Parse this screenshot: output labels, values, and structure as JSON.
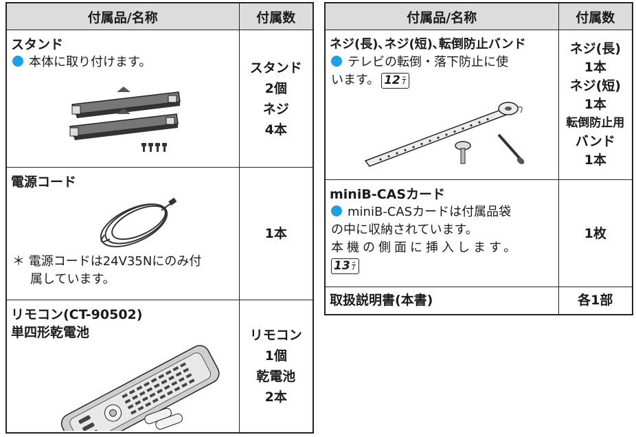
{
  "left_table": {
    "header_name": "付属品/名称",
    "header_count": "付属数",
    "stand": {
      "name": "スタンド",
      "desc": "本体に取り付けます。",
      "count_lines": [
        "スタンド",
        "2個",
        "ネジ",
        "4本"
      ]
    },
    "power_cord": {
      "name": "電源コード",
      "note_mark": "＊",
      "note_line1": "電源コードは24V35Nにのみ付",
      "note_line2": "属しています。",
      "count": "1本"
    },
    "remote": {
      "name_line1": "リモコン(CT-90502)",
      "name_line2": "単四形乾電池",
      "count_lines": [
        "リモコン",
        "1個",
        "乾電池",
        "2本"
      ]
    }
  },
  "right_table": {
    "header_name": "付属品/名称",
    "header_count": "付属数",
    "screws_band": {
      "name": "ネジ(長)､ネジ(短)､転倒防止バンド",
      "desc_line1": "テレビの転倒・落下防止に使",
      "desc_line2": "います。",
      "ref_page": "12",
      "count_lines": [
        "ネジ(長)",
        "1本",
        "ネジ(短)",
        "1本",
        "転倒防止用",
        "バンド",
        "1本"
      ]
    },
    "bcas": {
      "name": "miniB-CASカード",
      "desc_line1": "miniB-CASカードは付属品袋",
      "desc_line2": "の中に収納されています。",
      "desc_line3": "本機の側面に挿入します。",
      "ref_page": "13",
      "count": "1枚"
    },
    "manual": {
      "name": "取扱説明書(本書)",
      "count": "各1部"
    }
  },
  "colors": {
    "bullet": "#1da1e6",
    "header_bg": "#dcdcdc",
    "border": "#222222"
  },
  "icons": {
    "bullet": "blue-dot-icon",
    "ref_arrow": "page-ref-arrow-icon"
  }
}
